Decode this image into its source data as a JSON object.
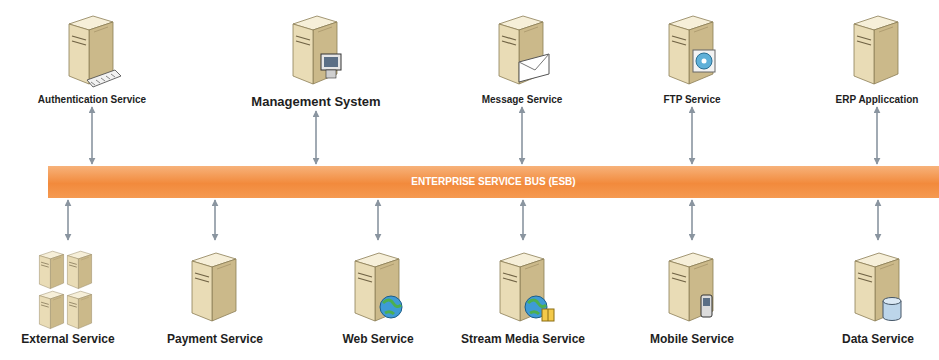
{
  "diagram": {
    "nodes": [
      {
        "text": [
          "Authentication Service"
        ]
      },
      {
        "text": [
          "Management System"
        ]
      },
      {
        "text": [
          "Message Service"
        ]
      },
      {
        "text": [
          "FTP Service"
        ]
      },
      {
        "text": [
          "ERP Appliccation"
        ]
      },
      {
        "text": [
          "ENTERPRISE SERVICE BUS (ESB)"
        ]
      },
      {
        "text": [
          "External Service"
        ]
      },
      {
        "text": [
          "Payment Service"
        ]
      },
      {
        "text": [
          "Web Service"
        ]
      },
      {
        "text": [
          "Stream Media Service"
        ]
      },
      {
        "text": [
          "Mobile Service"
        ]
      },
      {
        "text": [
          "Data Service"
        ]
      }
    ],
    "edges": [
      {
        "from": 0,
        "to": 5,
        "arrow": "both"
      },
      {
        "from": 1,
        "to": 5,
        "arrow": "both"
      },
      {
        "from": 2,
        "to": 5,
        "arrow": "both"
      },
      {
        "from": 3,
        "to": 5,
        "arrow": "both"
      },
      {
        "from": 4,
        "to": 5,
        "arrow": "both"
      },
      {
        "from": 5,
        "to": 6,
        "arrow": "both"
      },
      {
        "from": 5,
        "to": 7,
        "arrow": "both"
      },
      {
        "from": 5,
        "to": 8,
        "arrow": "both"
      },
      {
        "from": 5,
        "to": 9,
        "arrow": "both"
      },
      {
        "from": 5,
        "to": 10,
        "arrow": "both"
      },
      {
        "from": 5,
        "to": 11,
        "arrow": "both"
      }
    ]
  }
}
